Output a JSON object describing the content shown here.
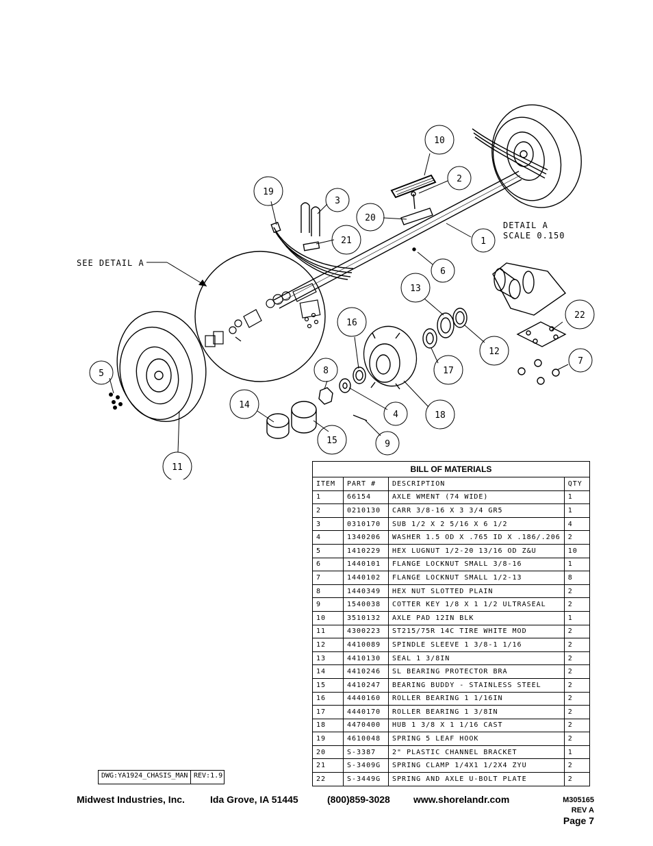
{
  "drawing": {
    "see_detail": "SEE DETAIL  A",
    "detail_title": "DETAIL  A",
    "detail_scale": "SCALE  0.150",
    "callouts": [
      "10",
      "2",
      "19",
      "3",
      "20",
      "21",
      "1",
      "6",
      "13",
      "22",
      "16",
      "12",
      "17",
      "7",
      "5",
      "8",
      "18",
      "14",
      "4",
      "15",
      "9",
      "11"
    ]
  },
  "bom": {
    "title": "BILL OF MATERIALS",
    "headers": [
      "ITEM",
      "PART #",
      "DESCRIPTION",
      "QTY"
    ],
    "rows": [
      [
        "1",
        "66154",
        "AXLE WMENT (74 WIDE)",
        "1"
      ],
      [
        "2",
        "0210130",
        "CARR 3/8-16 X 3 3/4 GR5",
        "1"
      ],
      [
        "3",
        "0310170",
        "SUB 1/2 X 2 5/16 X 6 1/2",
        "4"
      ],
      [
        "4",
        "1340206",
        "WASHER 1.5 OD X .765 ID X .186/.206",
        "2"
      ],
      [
        "5",
        "1410229",
        "HEX LUGNUT 1/2-20 13/16 OD Z&U",
        "10"
      ],
      [
        "6",
        "1440101",
        "FLANGE LOCKNUT SMALL 3/8-16",
        "1"
      ],
      [
        "7",
        "1440102",
        "FLANGE LOCKNUT SMALL 1/2-13",
        "8"
      ],
      [
        "8",
        "1440349",
        "HEX NUT SLOTTED PLAIN",
        "2"
      ],
      [
        "9",
        "1540038",
        "COTTER KEY 1/8 X 1 1/2 ULTRASEAL",
        "2"
      ],
      [
        "10",
        "3510132",
        "AXLE PAD 12IN  BLK",
        "1"
      ],
      [
        "11",
        "4300223",
        "ST215/75R 14C TIRE WHITE MOD",
        "2"
      ],
      [
        "12",
        "4410089",
        "SPINDLE SLEEVE  1 3/8-1 1/16",
        "2"
      ],
      [
        "13",
        "4410130",
        "SEAL  1 3/8IN",
        "2"
      ],
      [
        "14",
        "4410246",
        "SL BEARING PROTECTOR BRA",
        "2"
      ],
      [
        "15",
        "4410247",
        "BEARING BUDDY - STAINLESS STEEL",
        "2"
      ],
      [
        "16",
        "4440160",
        "ROLLER BEARING   1 1/16IN",
        "2"
      ],
      [
        "17",
        "4440170",
        "ROLLER BEARING   1 3/8IN",
        "2"
      ],
      [
        "18",
        "4470400",
        "HUB  1 3/8 X 1 1/16 CAST",
        "2"
      ],
      [
        "19",
        "4610048",
        "SPRING  5 LEAF HOOK",
        "2"
      ],
      [
        "20",
        "S-3387",
        "2\" PLASTIC CHANNEL BRACKET",
        "1"
      ],
      [
        "21",
        "S-3409G",
        "SPRING CLAMP   1/4X1 1/2X4  ZYU",
        "2"
      ],
      [
        "22",
        "S-3449G",
        "SPRING AND AXLE U-BOLT PLATE",
        "2"
      ]
    ]
  },
  "dwg": {
    "name": "DWG:YA1924_CHASIS_MAN",
    "rev": "REV:1.9"
  },
  "footer": {
    "company": "Midwest Industries, Inc.",
    "city": "Ida Grove, IA  51445",
    "phone": "(800)859-3028",
    "website": "www.shorelandr.com",
    "doc_number": "M305165",
    "revision": "REV A",
    "page": "Page 7"
  }
}
